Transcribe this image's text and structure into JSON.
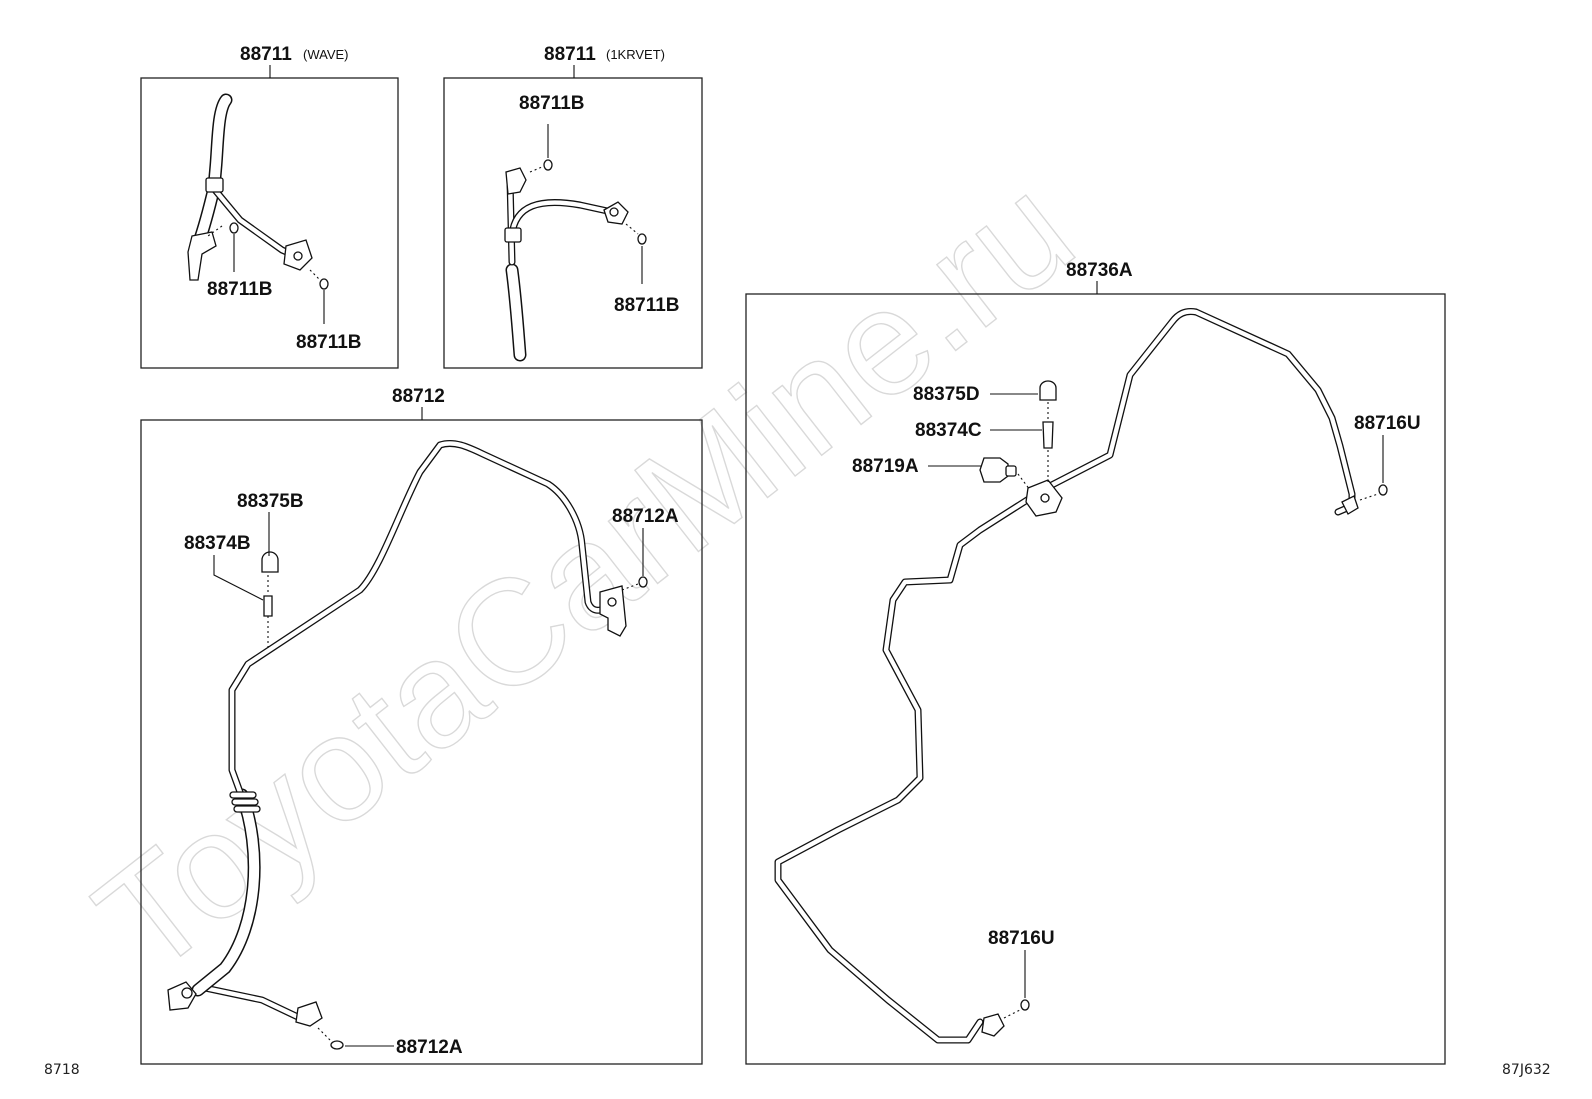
{
  "watermark": "ToyotaCarMine.ru",
  "corner_left": "8718",
  "corner_right": "87J632",
  "groups": {
    "wave": {
      "part": "88711",
      "variant": "(WAVE)"
    },
    "krvet": {
      "part": "88711",
      "variant": "(1KRVET)"
    },
    "hose": {
      "part": "88712"
    },
    "tube": {
      "part": "88736A"
    }
  },
  "labels": {
    "wave_ring_1": "88711B",
    "wave_ring_2": "88711B",
    "krvet_ring_1": "88711B",
    "krvet_ring_2": "88711B",
    "hose_cap": "88375B",
    "hose_valve": "88374B",
    "hose_ring_top": "88712A",
    "hose_ring_bottom": "88712A",
    "tube_cap": "88375D",
    "tube_valve": "88374C",
    "tube_switch": "88719A",
    "tube_ring_top": "88716U",
    "tube_ring_bottom": "88716U"
  }
}
